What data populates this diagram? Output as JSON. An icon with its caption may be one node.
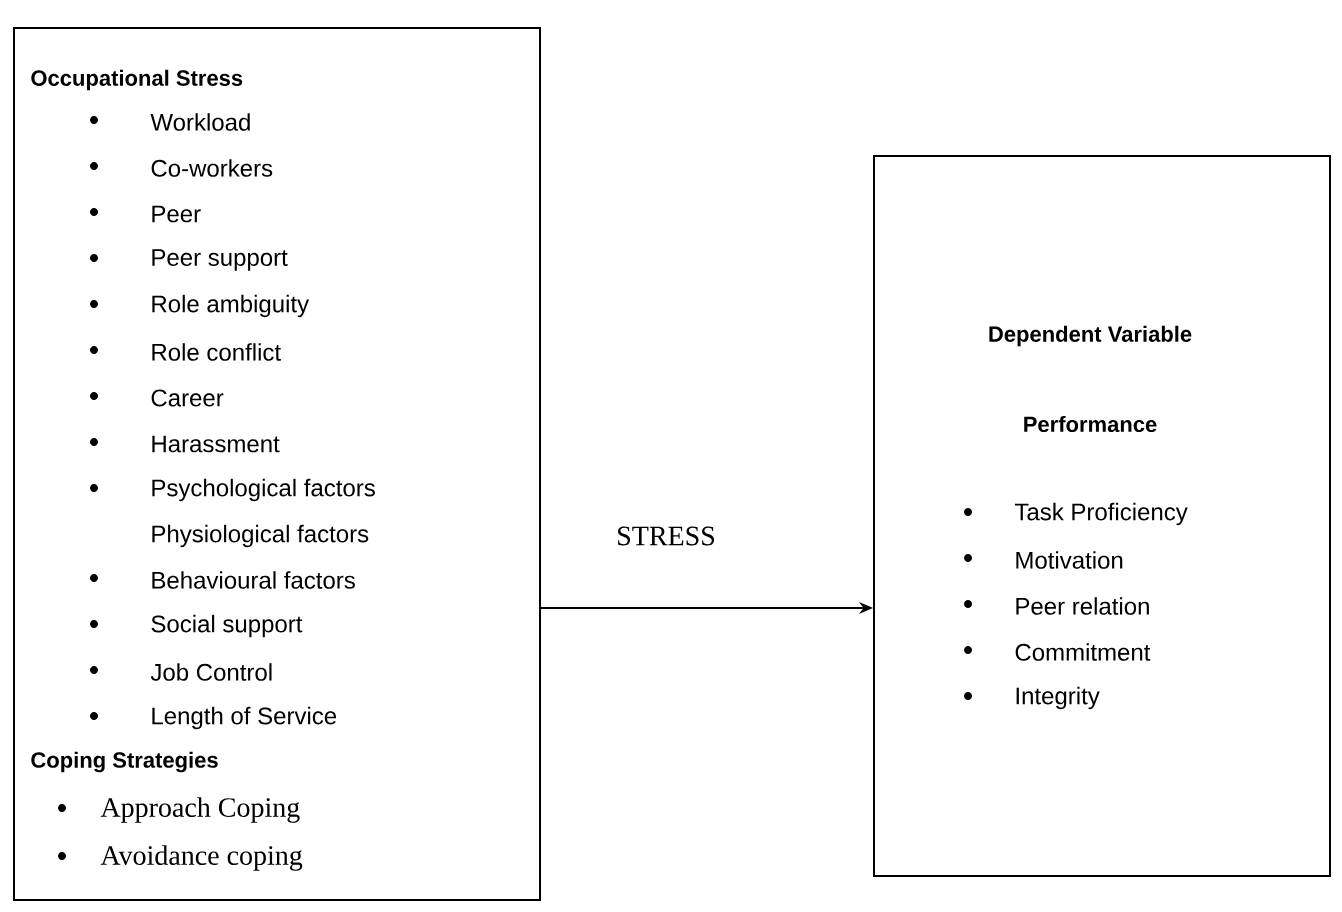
{
  "diagram": {
    "nodes": [
      {
        "text": [
          "Occupational Stress",
          "Workload",
          "Co-workers",
          "Peer",
          "Peer support",
          "Role ambiguity",
          "Role conflict",
          "Career",
          "Harassment",
          "Psychological factors",
          "Physiological factors",
          "Behavioural factors",
          "Social support",
          "Job Control",
          "Length of Service",
          "Coping Strategies",
          "Approach Coping",
          "Avoidance coping"
        ]
      },
      {
        "text": [
          "Dependent Variable",
          "Performance",
          "Task Proficiency",
          "Motivation",
          "Peer relation",
          "Commitment",
          "Integrity"
        ]
      }
    ],
    "edges": [
      {
        "from": 0,
        "to": 1,
        "arrow": "to",
        "label": "STRESS"
      }
    ]
  }
}
